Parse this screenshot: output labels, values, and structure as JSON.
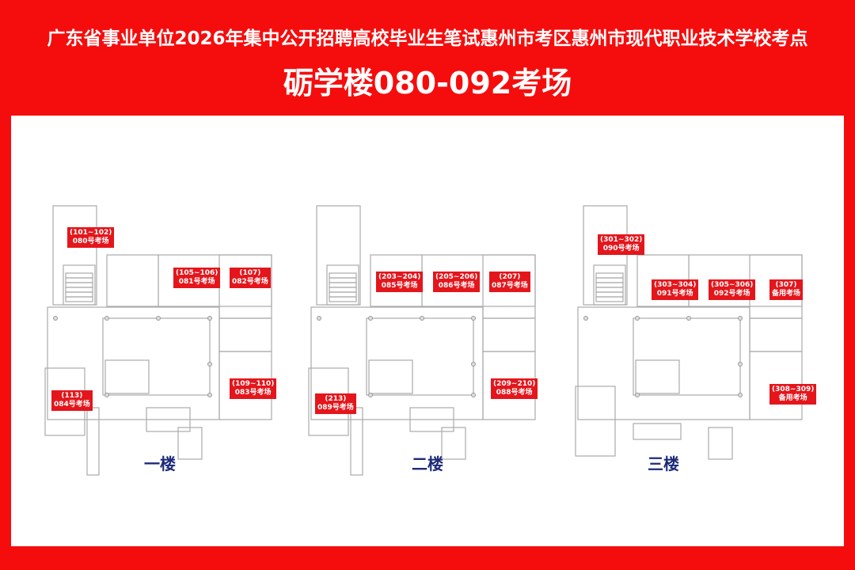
{
  "title": {
    "line1": "广东省事业单位2026年集中公开招聘高校毕业生笔试惠州市考区惠州市现代职业技术学校考点",
    "line2": "砺学楼080-092考场"
  },
  "floors": [
    {
      "name": "一楼",
      "rooms": [
        {
          "range": "(101~102)",
          "exam": "080号考场"
        },
        {
          "range": "(105~106)",
          "exam": "081号考场"
        },
        {
          "range": "(107)",
          "exam": "082号考场"
        },
        {
          "range": "(113)",
          "exam": "084号考场"
        },
        {
          "range": "(109~110)",
          "exam": "083号考场"
        }
      ]
    },
    {
      "name": "二楼",
      "rooms": [
        {
          "range": "(203~204)",
          "exam": "085号考场"
        },
        {
          "range": "(205~206)",
          "exam": "086号考场"
        },
        {
          "range": "(207)",
          "exam": "087号考场"
        },
        {
          "range": "(213)",
          "exam": "089号考场"
        },
        {
          "range": "(209~210)",
          "exam": "088号考场"
        }
      ]
    },
    {
      "name": "三楼",
      "rooms": [
        {
          "range": "(301~302)",
          "exam": "090号考场"
        },
        {
          "range": "(303~304)",
          "exam": "091号考场"
        },
        {
          "range": "(305~306)",
          "exam": "092号考场"
        },
        {
          "range": "(307)",
          "exam": "备用考场"
        },
        {
          "range": "(308~309)",
          "exam": "备用考场"
        }
      ]
    }
  ],
  "colors": {
    "background": "#f50d0d",
    "label": "#e4161c",
    "floor_text": "#1d2a7a"
  }
}
